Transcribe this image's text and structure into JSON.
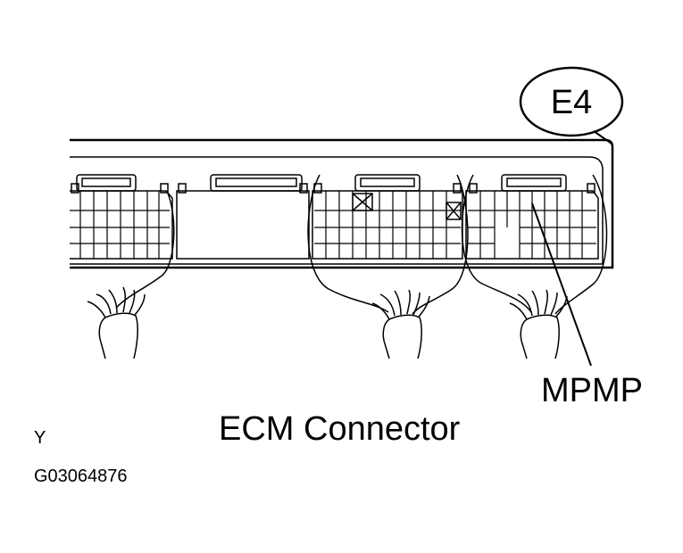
{
  "diagram": {
    "connector_code": "E4",
    "title": "ECM Connector",
    "terminal_label": "MPMP",
    "corner_mark": "Y",
    "figure_id": "G03064876"
  }
}
